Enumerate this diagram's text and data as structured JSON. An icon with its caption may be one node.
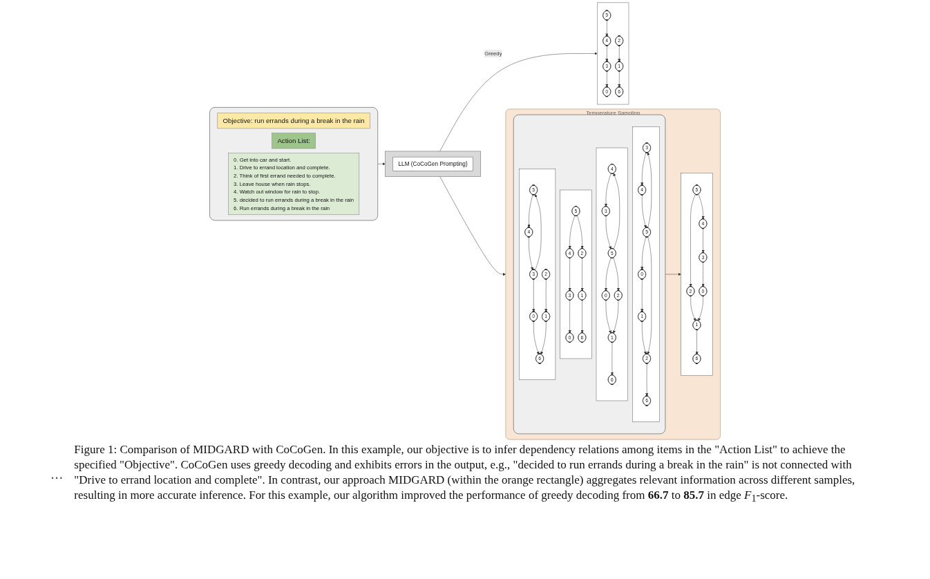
{
  "diagram": {
    "caption": "Figure 1: Comparison of MIDGARD with CoCoGen. In this example, our objective is to infer dependency relations among items in the \"Action List\" to achieve the specified \"Objective\". CoCoGen uses greedy decoding and exhibits errors in the output, e.g., \"decided to run errands during a break in the rain\" is not connected with \"Drive to errand location and complete\". In contrast, our approach MIDGARD (within the orange rectangle) aggregates relevant information across different samples, resulting in more accurate inference. For this example, our algorithm improved the performance of greedy decoding from **66.7** to **85.7** in edge *F*$_{1}$-score.",
    "nodes": [
      {
        "text": [],
        "shape": "box"
      },
      {
        "text": [
          "Objective: run errands during a break in the rain"
        ],
        "in": 0
      },
      {
        "text": [
          "Action List:"
        ],
        "in": 0
      },
      {
        "text": [
          "0. Get into car and start.",
          "1. Drive to errand location and complete.",
          "2. Think of first errand needed to complete.",
          "3. Leave house when rain stops.",
          "4. Watch out window for rain to stop.",
          "5. decided to run errands during a break in the rain",
          "6. Run errands during a break in the rain"
        ],
        "in": 0
      },
      {
        "text": [],
        "shape": "box"
      },
      {
        "text": [
          "LLM (CoCoGen Prompting)"
        ],
        "in": 4
      },
      {
        "text": [],
        "shape": "box"
      },
      {
        "text": [
          "5"
        ],
        "in": 6
      },
      {
        "text": [
          "2"
        ],
        "in": 6
      },
      {
        "text": [
          "4"
        ],
        "in": 6
      },
      {
        "text": [
          "1"
        ],
        "in": 6
      },
      {
        "text": [
          "3"
        ],
        "in": 6
      },
      {
        "text": [
          "6"
        ],
        "in": 6
      },
      {
        "text": [
          "0"
        ],
        "in": 6
      },
      {
        "text": [
          "Temperature Sampling"
        ]
      },
      {
        "text": [],
        "shape": "box",
        "in": 14
      },
      {
        "text": [],
        "shape": "box",
        "in": 15
      },
      {
        "text": [
          "3"
        ],
        "in": 16
      },
      {
        "text": [
          "4"
        ],
        "in": 16
      },
      {
        "text": [
          "5"
        ],
        "in": 16
      },
      {
        "text": [
          "0"
        ],
        "in": 16
      },
      {
        "text": [
          "1"
        ],
        "in": 16
      },
      {
        "text": [
          "2"
        ],
        "in": 16
      },
      {
        "text": [
          "6"
        ],
        "in": 16
      },
      {
        "text": [],
        "shape": "box",
        "in": 15
      },
      {
        "text": [
          "4"
        ],
        "in": 24
      },
      {
        "text": [
          "3"
        ],
        "in": 24
      },
      {
        "text": [
          "5"
        ],
        "in": 24
      },
      {
        "text": [
          "0"
        ],
        "in": 24
      },
      {
        "text": [
          "2"
        ],
        "in": 24
      },
      {
        "text": [
          "1"
        ],
        "in": 24
      },
      {
        "text": [
          "6"
        ],
        "in": 24
      },
      {
        "text": [],
        "shape": "box",
        "in": 15
      },
      {
        "text": [
          "5"
        ],
        "in": 32
      },
      {
        "text": [
          "4"
        ],
        "in": 32
      },
      {
        "text": [
          "2"
        ],
        "in": 32
      },
      {
        "text": [
          "3"
        ],
        "in": 32
      },
      {
        "text": [
          "1"
        ],
        "in": 32
      },
      {
        "text": [
          "0"
        ],
        "in": 32
      },
      {
        "text": [
          "6"
        ],
        "in": 32
      },
      {
        "text": [],
        "shape": "box",
        "in": 15
      },
      {
        "text": [
          "5"
        ],
        "in": 40
      },
      {
        "text": [
          "4"
        ],
        "in": 40
      },
      {
        "text": [
          "3"
        ],
        "in": 40
      },
      {
        "text": [
          "2"
        ],
        "in": 40
      },
      {
        "text": [
          "0"
        ],
        "in": 40
      },
      {
        "text": [
          "1"
        ],
        "in": 40
      },
      {
        "text": [
          "6"
        ],
        "in": 40
      },
      {
        "text": [],
        "shape": "box",
        "in": 14
      },
      {
        "text": [
          "5"
        ],
        "in": 48
      },
      {
        "text": [
          "4"
        ],
        "in": 48
      },
      {
        "text": [
          "2"
        ],
        "in": 48
      },
      {
        "text": [
          "3"
        ],
        "in": 48
      },
      {
        "text": [
          "0"
        ],
        "in": 48
      },
      {
        "text": [
          "1"
        ],
        "in": 48
      },
      {
        "text": [
          "6"
        ],
        "in": 48
      }
    ],
    "edges": [
      {
        "from": 0,
        "to": 4,
        "arrow": "to"
      },
      {
        "from": 4,
        "to": 6,
        "arrow": "to",
        "label": "Greedy"
      },
      {
        "from": 4,
        "to": 14,
        "arrow": "to"
      },
      {
        "from": 15,
        "to": 48,
        "arrow": "to"
      },
      {
        "from": 7,
        "to": 9,
        "arrow": "to"
      },
      {
        "from": 9,
        "to": 11,
        "arrow": "to"
      },
      {
        "from": 11,
        "to": 13,
        "arrow": "to"
      },
      {
        "from": 8,
        "to": 10,
        "arrow": "to"
      },
      {
        "from": 10,
        "to": 12,
        "arrow": "to"
      },
      {
        "from": 17,
        "to": 18,
        "arrow": "to"
      },
      {
        "from": 18,
        "to": 19,
        "arrow": "to"
      },
      {
        "from": 19,
        "to": 17,
        "arrow": "to"
      },
      {
        "from": 19,
        "to": 20,
        "arrow": "to"
      },
      {
        "from": 20,
        "to": 21,
        "arrow": "to"
      },
      {
        "from": 21,
        "to": 22,
        "arrow": "to"
      },
      {
        "from": 19,
        "to": 22,
        "arrow": "to"
      },
      {
        "from": 22,
        "to": 23,
        "arrow": "to"
      },
      {
        "from": 25,
        "to": 26,
        "arrow": "to"
      },
      {
        "from": 26,
        "to": 27,
        "arrow": "to"
      },
      {
        "from": 27,
        "to": 25,
        "arrow": "to"
      },
      {
        "from": 27,
        "to": 28,
        "arrow": "to"
      },
      {
        "from": 27,
        "to": 29,
        "arrow": "to"
      },
      {
        "from": 28,
        "to": 30,
        "arrow": "to"
      },
      {
        "from": 29,
        "to": 30,
        "arrow": "to"
      },
      {
        "from": 30,
        "to": 31,
        "arrow": "to"
      },
      {
        "from": 33,
        "to": 34,
        "arrow": "to"
      },
      {
        "from": 33,
        "to": 35,
        "arrow": "to"
      },
      {
        "from": 34,
        "to": 36,
        "arrow": "to"
      },
      {
        "from": 35,
        "to": 37,
        "arrow": "to"
      },
      {
        "from": 36,
        "to": 38,
        "arrow": "to"
      },
      {
        "from": 37,
        "to": 39,
        "arrow": "to"
      },
      {
        "from": 41,
        "to": 42,
        "arrow": "to"
      },
      {
        "from": 42,
        "to": 43,
        "arrow": "to"
      },
      {
        "from": 43,
        "to": 41,
        "arrow": "to"
      },
      {
        "from": 43,
        "to": 45,
        "arrow": "to"
      },
      {
        "from": 44,
        "to": 46,
        "arrow": "to"
      },
      {
        "from": 45,
        "to": 47,
        "arrow": "to"
      },
      {
        "from": 46,
        "to": 47,
        "arrow": "to"
      },
      {
        "from": 49,
        "to": 51,
        "arrow": "to"
      },
      {
        "from": 49,
        "to": 50,
        "arrow": "to"
      },
      {
        "from": 50,
        "to": 52,
        "arrow": "to"
      },
      {
        "from": 52,
        "to": 53,
        "arrow": "to"
      },
      {
        "from": 51,
        "to": 54,
        "arrow": "to"
      },
      {
        "from": 53,
        "to": 54,
        "arrow": "to"
      },
      {
        "from": 54,
        "to": 55,
        "arrow": "to"
      }
    ],
    "labels": [
      "..."
    ]
  }
}
